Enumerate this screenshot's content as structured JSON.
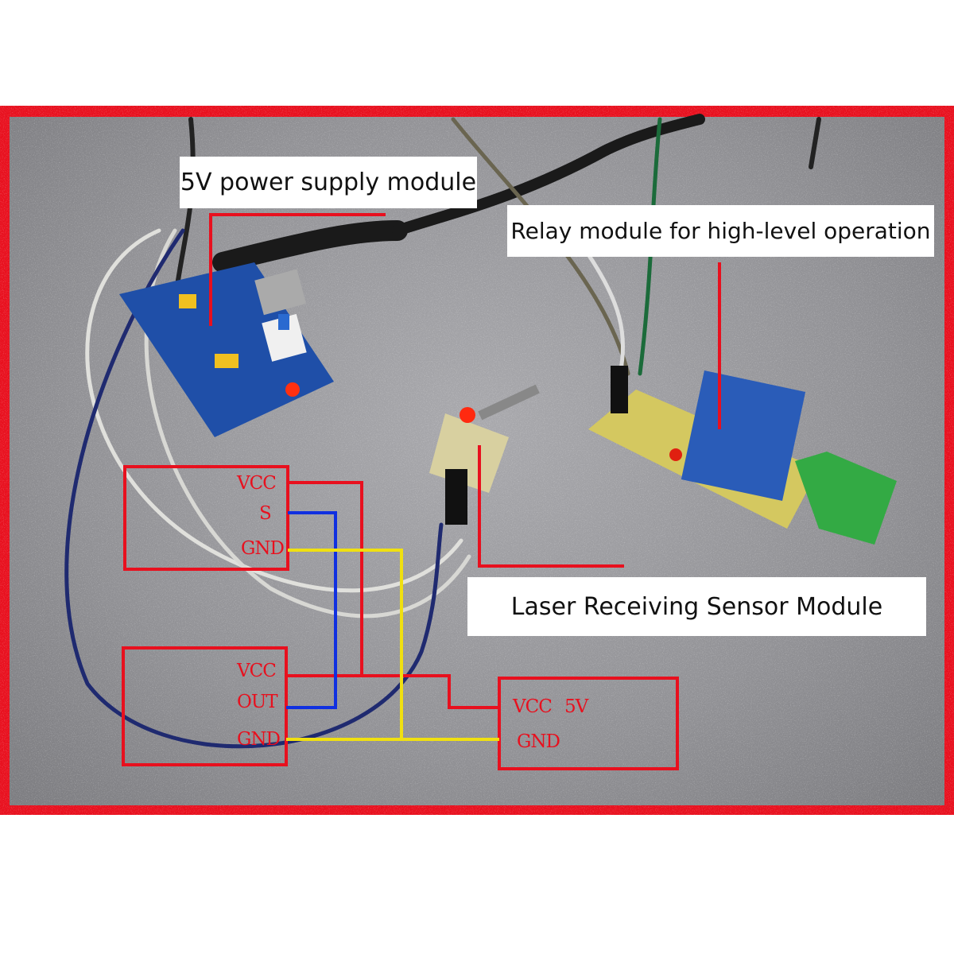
{
  "labels": {
    "power_supply": "5V power supply module",
    "relay": "Relay module for high-level operation",
    "laser_sensor": "Laser Receiving Sensor Module"
  },
  "relay_pins": {
    "vcc": "VCC",
    "s": "S",
    "gnd": "GND"
  },
  "sensor_pins": {
    "vcc": "VCC",
    "out": "OUT",
    "gnd": "GND"
  },
  "supply_pins": {
    "vcc": "VCC",
    "v5": "5V",
    "gnd": "GND"
  },
  "colors": {
    "frame": "#e8101e",
    "vcc_wire": "#e8101e",
    "signal_wire": "#1030e0",
    "gnd_wire": "#f0e010"
  }
}
